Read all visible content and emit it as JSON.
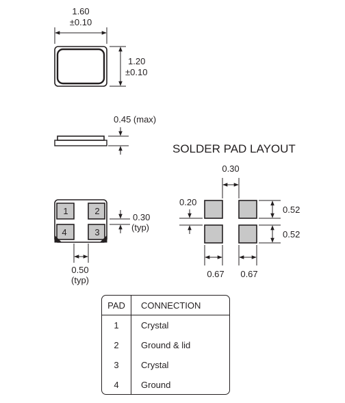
{
  "top_view": {
    "width_value": "1.60",
    "width_tol": "±0.10",
    "height_value": "1.20",
    "height_tol": "±0.10"
  },
  "side_view": {
    "thickness": "0.45 (max)"
  },
  "bottom_view": {
    "pad_labels": [
      "1",
      "2",
      "3",
      "4"
    ],
    "gap_v_value": "0.30",
    "gap_v_note": "(typ)",
    "gap_h_value": "0.50",
    "gap_h_note": "(typ)"
  },
  "solder_pad": {
    "title": "SOLDER PAD LAYOUT",
    "gap_h": "0.30",
    "gap_v": "0.20",
    "pad_h_top": "0.52",
    "pad_h_bottom": "0.52",
    "pad_w_left": "0.67",
    "pad_w_right": "0.67"
  },
  "colors": {
    "line": "#231f20",
    "pad_fill": "#c8c8c8"
  },
  "table": {
    "headers": [
      "PAD",
      "CONNECTION"
    ],
    "rows": [
      {
        "pad": "1",
        "connection": "Crystal"
      },
      {
        "pad": "2",
        "connection": "Ground & lid"
      },
      {
        "pad": "3",
        "connection": "Crystal"
      },
      {
        "pad": "4",
        "connection": "Ground"
      }
    ]
  }
}
